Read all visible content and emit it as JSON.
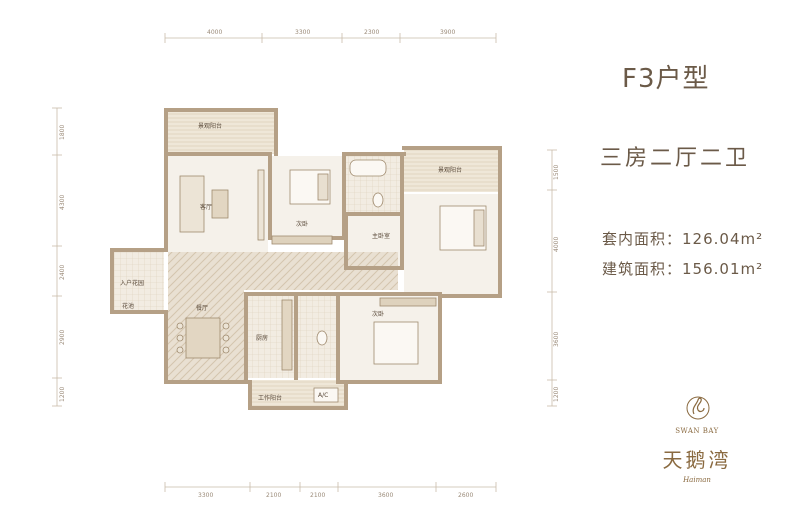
{
  "title": "F3户型",
  "subtitle": "三房二厅二卫",
  "areas": {
    "inner_label": "套内面积：",
    "inner_value": "126.04m²",
    "gross_label": "建筑面积：",
    "gross_value": "156.01m²"
  },
  "brand": {
    "en": "SWAN BAY",
    "cn": "天鹅湾",
    "city": "Haiman"
  },
  "dims_top": [
    "4000",
    "3300",
    "2300",
    "3900"
  ],
  "dims_bottom": [
    "3300",
    "2100",
    "2100",
    "3600",
    "2600"
  ],
  "dims_left": [
    "1800",
    "4300",
    "2400",
    "2900",
    "1200"
  ],
  "dims_right": [
    "1500",
    "4000",
    "3600",
    "1200"
  ],
  "rooms": {
    "balcony_top": "景观阳台",
    "balcony_right": "景观阳台",
    "living": "客厅",
    "bedroom_second": "次卧",
    "master_bedroom": "主卧室",
    "entry_garden": "入户花园",
    "garden": "花池",
    "dining": "餐厅",
    "kitchen": "厨房",
    "bedroom_third": "次卧",
    "service_balcony": "工作阳台",
    "ac": "A/C"
  },
  "colors": {
    "wall": "#c8b59c",
    "wall_dark": "#a89478",
    "dim_line": "#c9bcaa",
    "accent": "#8a6a40"
  }
}
